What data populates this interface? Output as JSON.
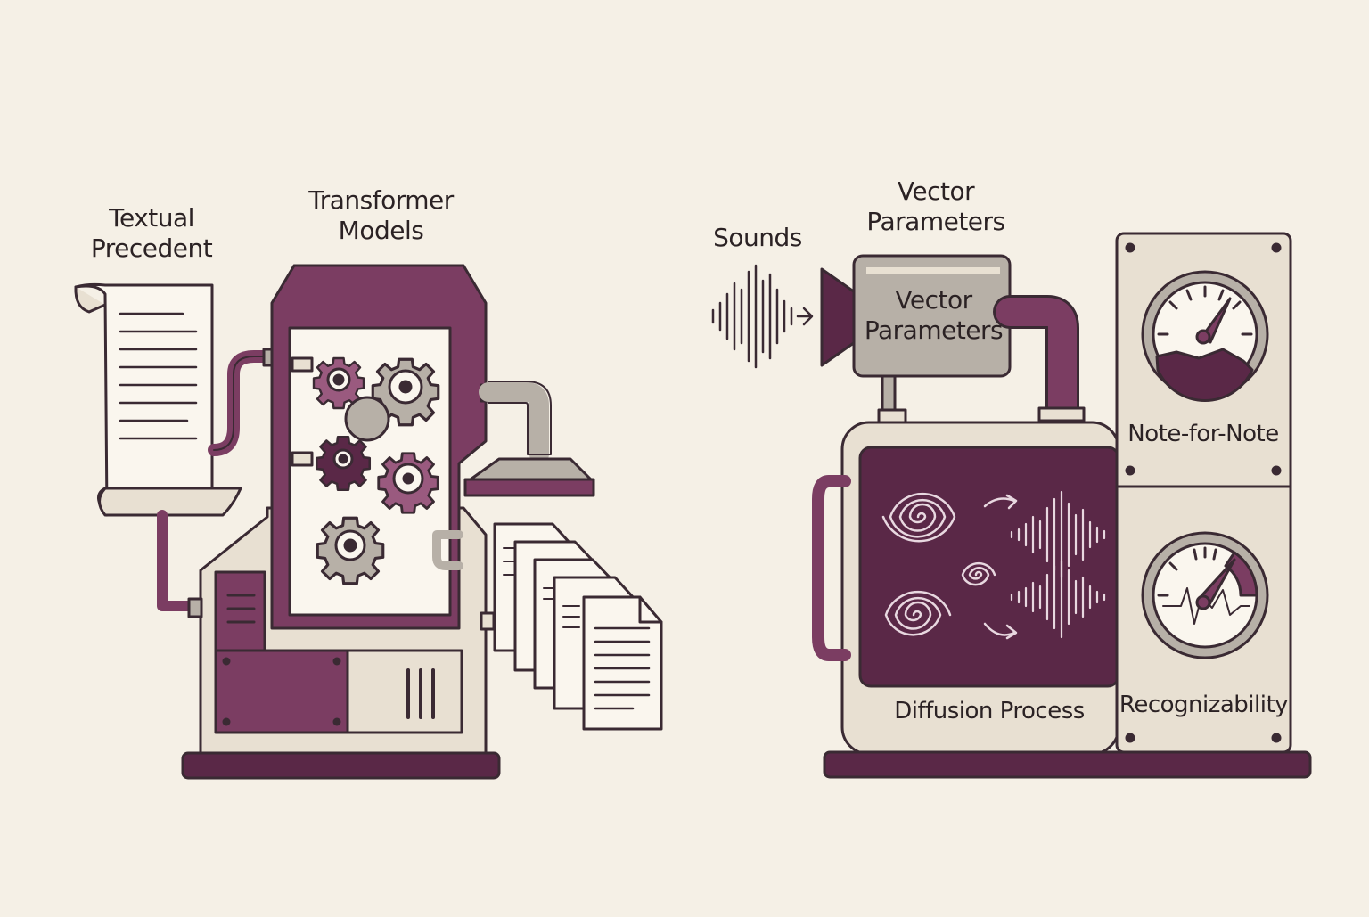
{
  "colors": {
    "background": "#f5f0e6",
    "plum": "#7b3d62",
    "plum_dark": "#5a2847",
    "plum_light": "#9a5a7f",
    "beige": "#e8e0d2",
    "gray": "#b7b0a7",
    "outline": "#3a2a33",
    "paper": "#faf6ee"
  },
  "left_machine": {
    "label_textual": {
      "line1": "Textual",
      "line2": "Precedent"
    },
    "label_transformer": {
      "line1": "Transformer",
      "line2": "Models"
    },
    "icons": [
      "scroll-icon",
      "gear-icon",
      "document-stack-icon"
    ]
  },
  "right_machine": {
    "label_sounds": "Sounds",
    "label_vector_top": {
      "line1": "Vector",
      "line2": "Parameters"
    },
    "label_vector_box": {
      "line1": "Vector",
      "line2": "Parameters"
    },
    "label_diffusion": "Diffusion Process",
    "label_note": "Note-for-Note",
    "label_recognizability": "Recognizability",
    "icons": [
      "soundwave-icon",
      "spiral-icon",
      "gauge-icon"
    ]
  }
}
